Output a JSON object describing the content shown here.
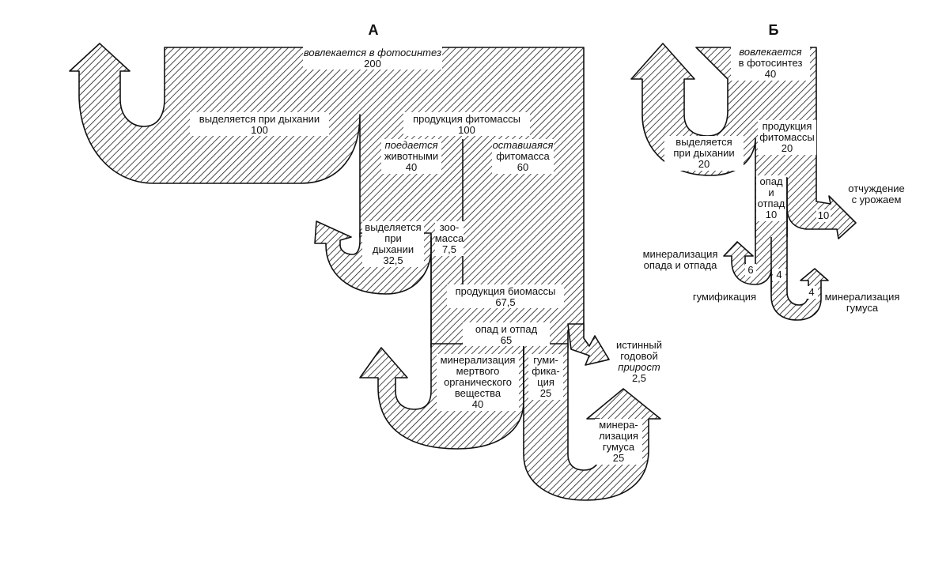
{
  "panels": {
    "a": {
      "title": "А",
      "photosynthesis": {
        "label": "вовлекается в фотосинтез",
        "value": "200"
      },
      "respiration": {
        "label": "выделяется при дыхании",
        "value": "100"
      },
      "phytomass_production": {
        "label": "продукция фитомассы",
        "value": "100"
      },
      "eaten": {
        "line1": "поедается",
        "line2": "животными",
        "value": "40"
      },
      "remaining": {
        "line1": "оставшаяся",
        "line2": "фитомасса",
        "value": "60"
      },
      "animal_respiration": {
        "line1": "выделяется",
        "line2": "при",
        "line3": "дыхании",
        "value": "32,5"
      },
      "zoomass": {
        "line1": "зоо-",
        "line2": "масса",
        "value": "7,5"
      },
      "biomass_production": {
        "label": "продукция биомассы",
        "value": "67,5"
      },
      "litter": {
        "label": "опад и отпад",
        "value": "65"
      },
      "mineralization_dead": {
        "line1": "минерализация",
        "line2": "мертвого",
        "line3": "органического",
        "line4": "вещества",
        "value": "40"
      },
      "humification": {
        "line1": "гуми-",
        "line2": "фика-",
        "line3": "ция",
        "value": "25"
      },
      "humus_mineralization": {
        "line1": "минера-",
        "line2": "лизация",
        "line3": "гумуса",
        "value": "25"
      },
      "annual_growth": {
        "line1": "истинный",
        "line2": "годовой",
        "line3": "прирост",
        "value": "2,5"
      }
    },
    "b": {
      "title": "Б",
      "photosynthesis": {
        "line1": "вовлекается",
        "line2": "в фотосинтез",
        "value": "40"
      },
      "respiration": {
        "line1": "выделяется",
        "line2": "при дыхании",
        "value": "20"
      },
      "phytomass_production": {
        "line1": "продукция",
        "line2": "фитомассы",
        "value": "20"
      },
      "litter": {
        "line1": "опад",
        "line2": "и",
        "line3": "отпад",
        "value": "10"
      },
      "harvest": {
        "line1": "отчуждение",
        "line2": "с урожаем",
        "value": "10"
      },
      "litter_mineralization": {
        "line1": "минерализация",
        "line2": "опада и отпада",
        "value": "6"
      },
      "humification": {
        "label": "гумификация",
        "value": "4"
      },
      "humus_mineralization": {
        "line1": "минерализация",
        "line2": "гумуса",
        "value": "4"
      }
    }
  },
  "colors": {
    "ink": "#111111",
    "paper": "#ffffff"
  }
}
